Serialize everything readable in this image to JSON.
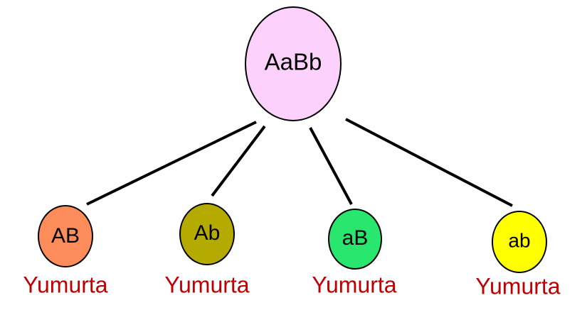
{
  "parent": {
    "label": "AaBb",
    "color": "#fcd2fc"
  },
  "gametes": [
    {
      "label": "AB",
      "color": "#fc8c5a",
      "caption": "Yumurta"
    },
    {
      "label": "Ab",
      "color": "#b4aa00",
      "caption": "Yumurta"
    },
    {
      "label": "aB",
      "color": "#28e66e",
      "caption": "Yumurta"
    },
    {
      "label": "ab",
      "color": "#ffff00",
      "caption": "Yumurta"
    }
  ],
  "colors": {
    "line": "#000000",
    "caption": "#c00000"
  }
}
